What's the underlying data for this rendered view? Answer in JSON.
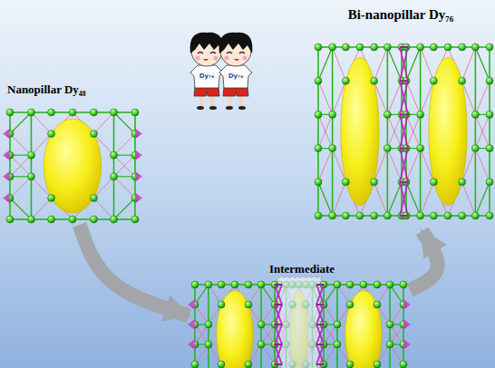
{
  "diagram": {
    "nodes": [
      {
        "text": [
          "Bi-nanopillar Dy₇₆"
        ]
      },
      {
        "text": [
          "Nanopillar Dy₄₈"
        ]
      },
      {
        "text": [
          "Intermediate"
        ]
      }
    ],
    "edges": [
      {
        "from": 1,
        "to": 2,
        "arrow": "to"
      },
      {
        "from": 2,
        "to": 0,
        "arrow": "to"
      }
    ],
    "labels": [
      "Dy₇₆",
      "Dy₇₆"
    ]
  }
}
